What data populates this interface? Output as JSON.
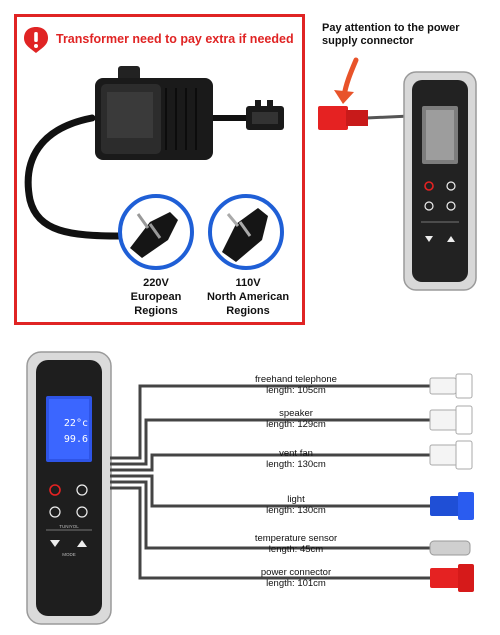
{
  "warning": {
    "text": "Transformer need to pay extra if needed",
    "icon": "exclamation-icon",
    "color": "#e02424"
  },
  "plugs": [
    {
      "voltage": "220V",
      "region_line1": "European",
      "region_line2": "Regions"
    },
    {
      "voltage": "110V",
      "region_line1": "North American",
      "region_line2": "Regions"
    }
  ],
  "note": {
    "line1": "Pay attention to the power",
    "line2": "supply connector"
  },
  "controller": {
    "temperature": "22°c",
    "value": "99.6",
    "brand": "TUNIYOL",
    "mode_label": "MODE"
  },
  "cables": [
    {
      "name": "freehand telephone",
      "length": "length: 105cm",
      "connector_color": "#ffffff"
    },
    {
      "name": "speaker",
      "length": "length: 129cm",
      "connector_color": "#ffffff"
    },
    {
      "name": "vent fan",
      "length": "length: 130cm",
      "connector_color": "#ffffff"
    },
    {
      "name": "light",
      "length": "length: 130cm",
      "connector_color": "#1f4fd6"
    },
    {
      "name": "temperature sensor",
      "length": "length: 45cm",
      "connector_color": "#d9d9d9"
    },
    {
      "name": "power connector",
      "length": "length: 101cm",
      "connector_color": "#e02424"
    }
  ]
}
